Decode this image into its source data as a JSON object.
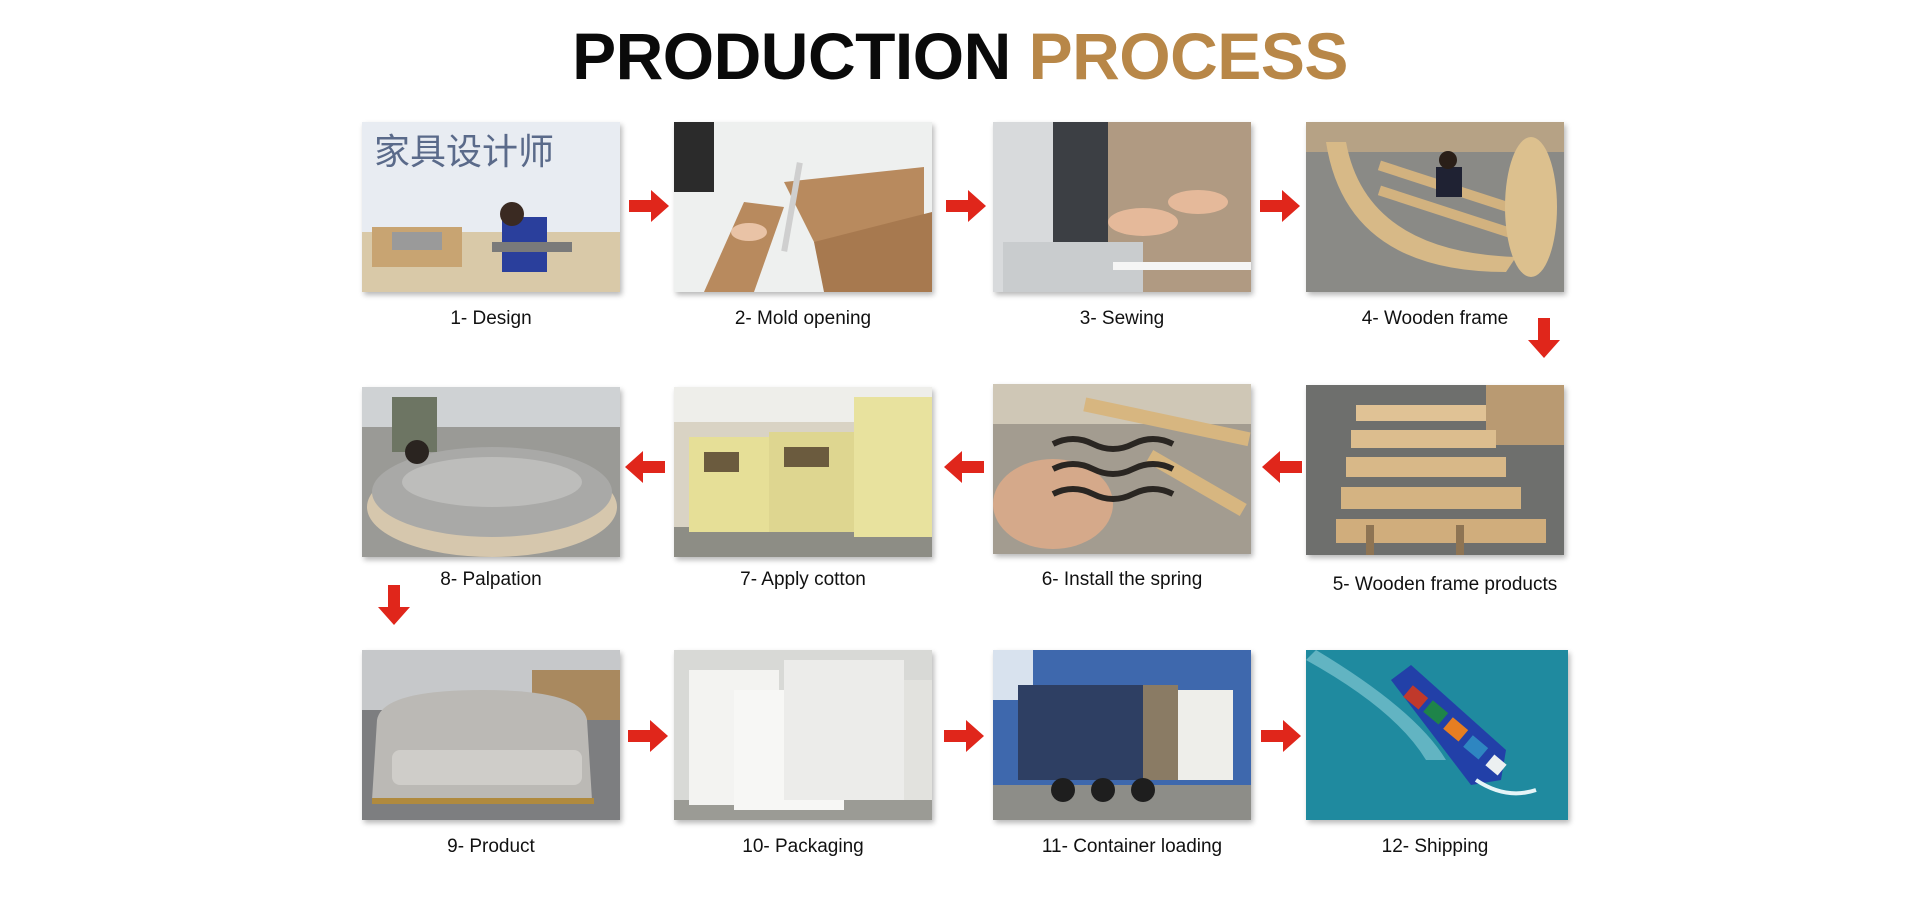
{
  "title": {
    "word1": "PRODUCTION",
    "word2": "PROCESS",
    "word1_color": "#0a0a0a",
    "word2_color": "#b88748"
  },
  "arrow_color": "#e0261b",
  "steps": [
    {
      "label": "1- Design",
      "photo_text": "家具设计师"
    },
    {
      "label": "2- Mold opening"
    },
    {
      "label": "3- Sewing"
    },
    {
      "label": "4- Wooden frame"
    },
    {
      "label": "5- Wooden frame products"
    },
    {
      "label": "6- Install the spring"
    },
    {
      "label": "7- Apply cotton"
    },
    {
      "label": "8- Palpation"
    },
    {
      "label": "9- Product"
    },
    {
      "label": "10- Packaging"
    },
    {
      "label": "11- Container loading"
    },
    {
      "label": "12- Shipping"
    }
  ]
}
